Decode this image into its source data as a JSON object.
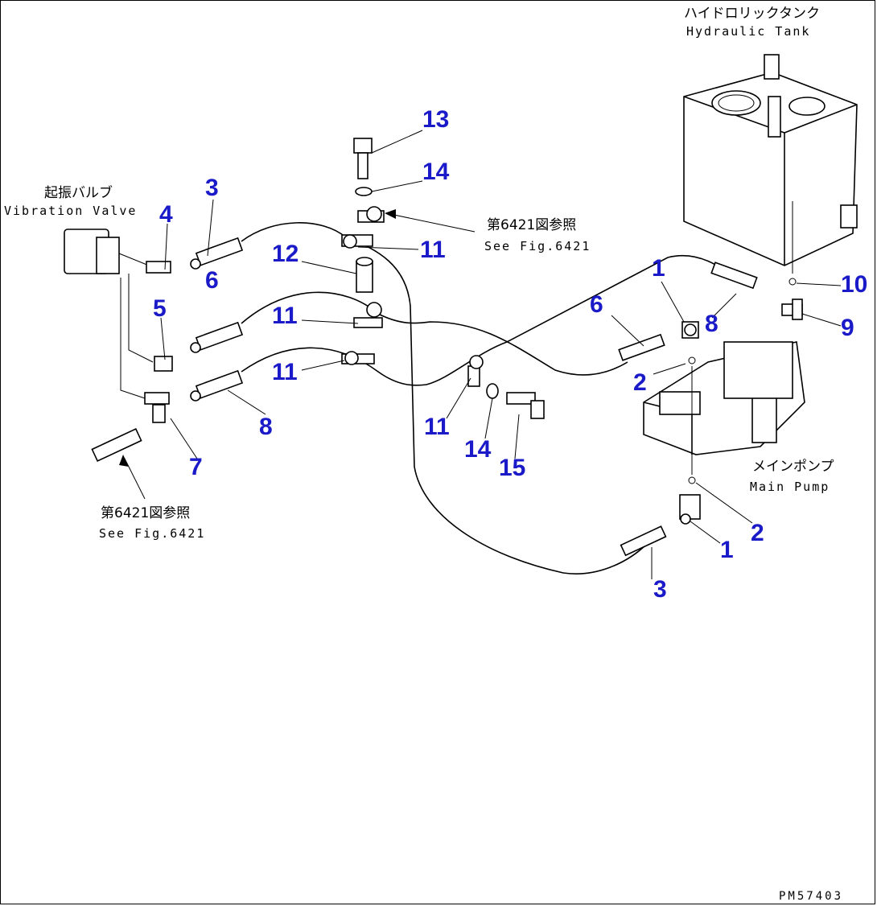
{
  "colors": {
    "callout": "#1a1ac8",
    "line": "#000000"
  },
  "labels": {
    "tank_jp": "ハイドロリックタンク",
    "tank_en": "Hydraulic Tank",
    "valve_jp": "起振バルブ",
    "valve_en": "Vibration Valve",
    "pump_jp": "メインポンプ",
    "pump_en": "Main Pump",
    "ref_jp": "第6421図参照",
    "ref_en": "See Fig.6421",
    "drawing_code": "PM57403"
  },
  "callouts": [
    "13",
    "14",
    "3",
    "4",
    "6",
    "5",
    "11",
    "12",
    "11",
    "11",
    "8",
    "7",
    "1",
    "6",
    "8",
    "10",
    "9",
    "2",
    "11",
    "14",
    "15",
    "2",
    "1",
    "3"
  ]
}
